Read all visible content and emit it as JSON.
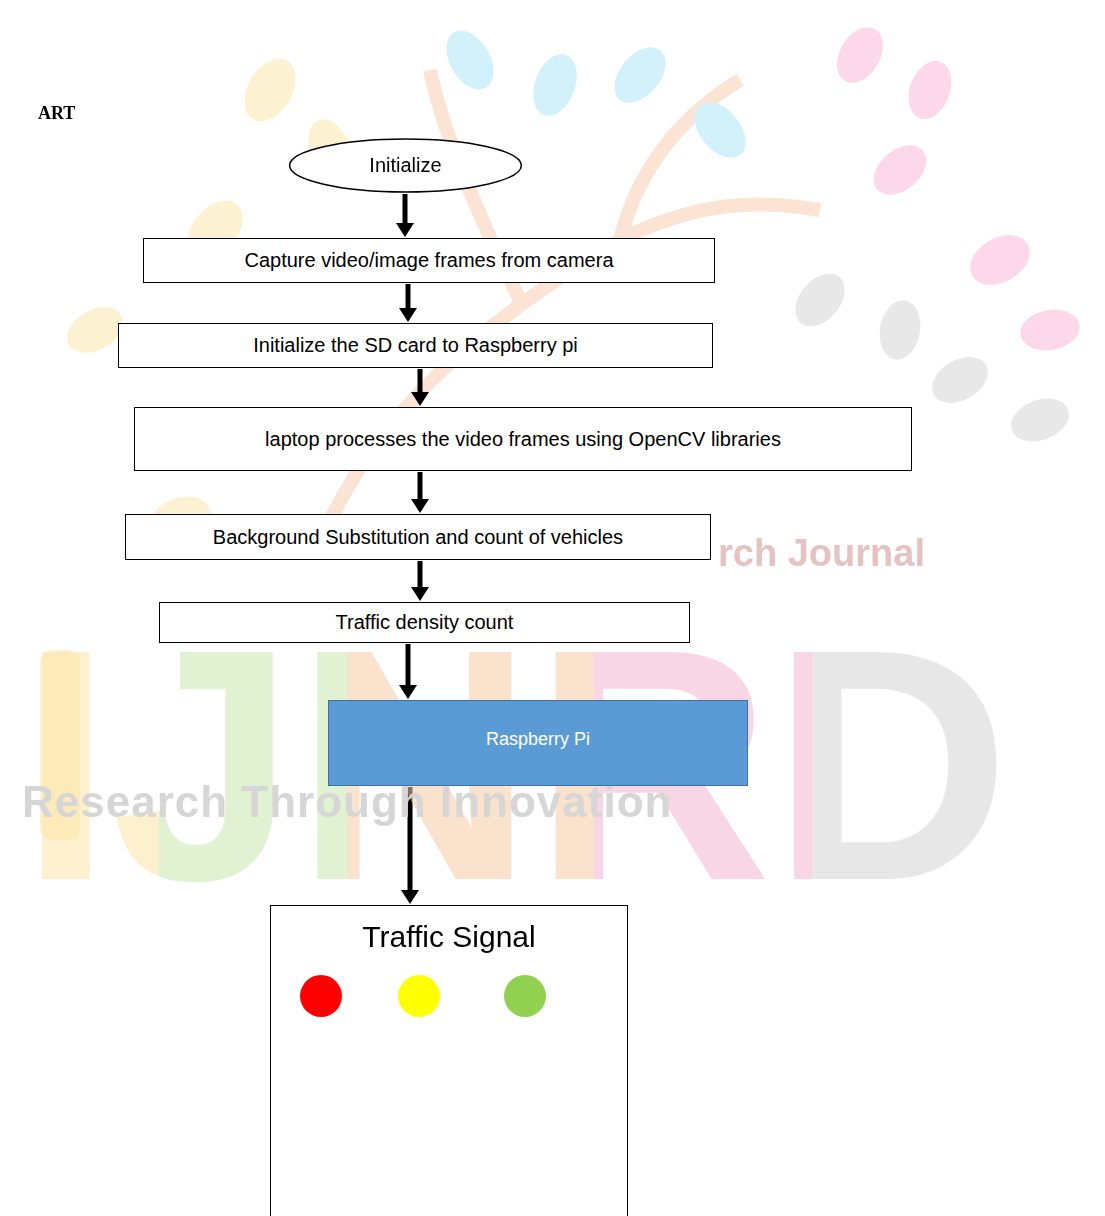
{
  "diagram": {
    "nodes": [
      {
        "text": [
          "Initialize"
        ]
      },
      {
        "text": [
          "Capture video/image frames from camera"
        ]
      },
      {
        "text": [
          "Initialize the SD card to Raspberry pi"
        ]
      },
      {
        "text": [
          "laptop processes the video frames using OpenCV libraries"
        ]
      },
      {
        "text": [
          "Background Substitution and count of vehicles"
        ]
      },
      {
        "text": [
          "Traffic density count"
        ]
      },
      {
        "text": [
          "Raspberry Pi"
        ]
      },
      {
        "text": [
          "Traffic Signal"
        ]
      }
    ],
    "edges": [
      {
        "from": 0,
        "to": 1,
        "arrow": "to"
      },
      {
        "from": 1,
        "to": 2,
        "arrow": "to"
      },
      {
        "from": 2,
        "to": 3,
        "arrow": "to"
      },
      {
        "from": 3,
        "to": 4,
        "arrow": "to"
      },
      {
        "from": 4,
        "to": 5,
        "arrow": "to"
      },
      {
        "from": 5,
        "to": 6,
        "arrow": "to"
      },
      {
        "from": 6,
        "to": 7,
        "arrow": "to"
      }
    ],
    "labels": [
      "ART",
      "rch Journal",
      "IJNRD",
      "Research Through Innovation"
    ]
  }
}
